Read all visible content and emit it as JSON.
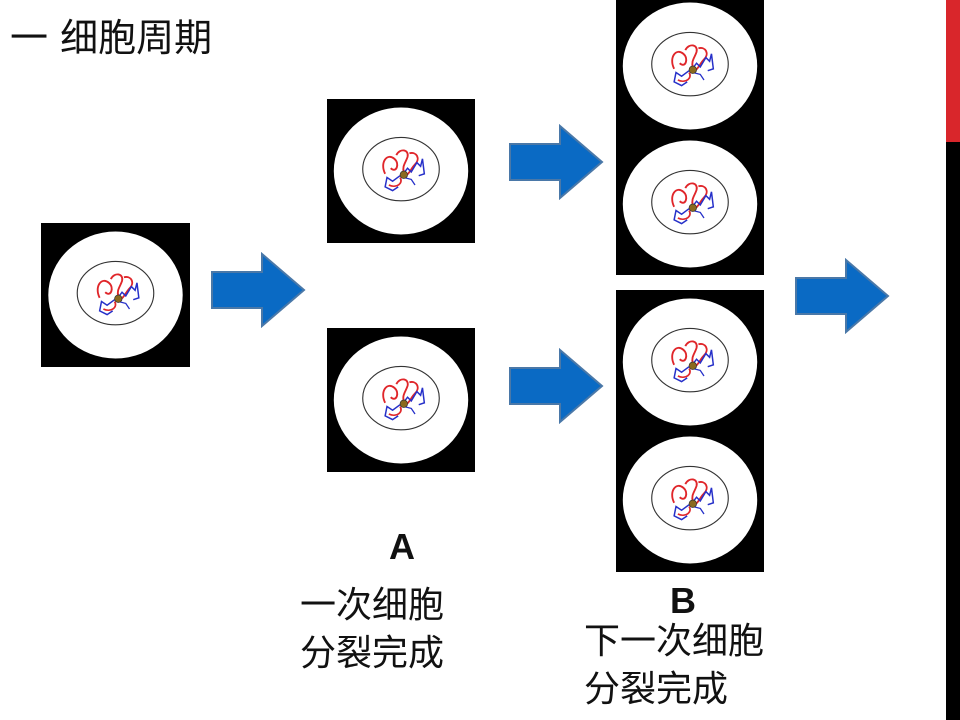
{
  "title": "一 细胞周期",
  "labels": {
    "a": "A",
    "b": "B"
  },
  "captions": {
    "a_line1": "一次细胞",
    "a_line2": "分裂完成",
    "b_line1": "下一次细胞",
    "b_line2": "分裂完成"
  },
  "colors": {
    "arrow_fill": "#0a6ac4",
    "arrow_stroke": "#4a78a8",
    "panel_bg": "#000000",
    "cell_fill": "#ffffff",
    "chromosome_red": "#e0262a",
    "chromosome_blue": "#2630c9",
    "centrosome": "#8a6a1e",
    "accent_bar_red": "#d9262b"
  },
  "icons": {
    "arrow": "right-arrow-icon",
    "cell": "cell-nucleus-icon"
  }
}
